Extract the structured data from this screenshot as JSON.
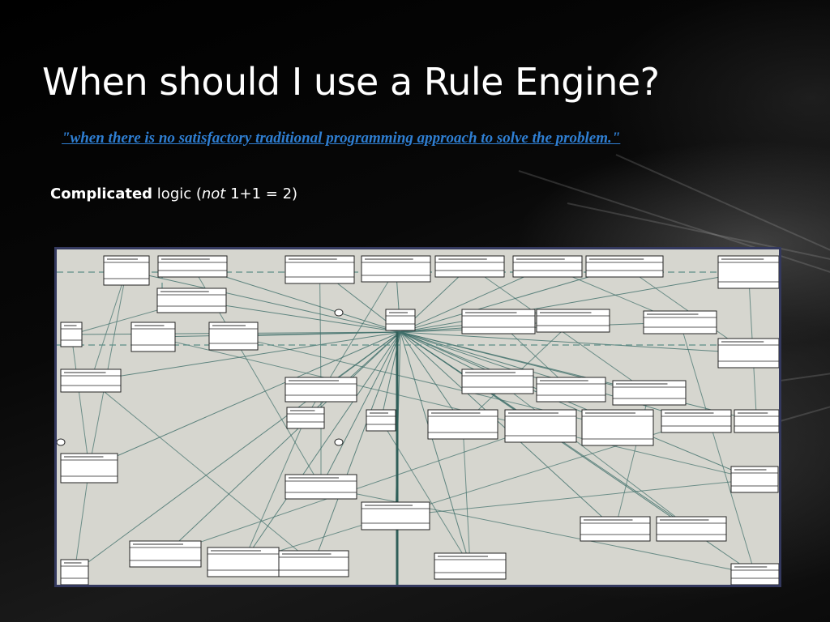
{
  "slide": {
    "title": "When should I use a Rule Engine?",
    "quote": "\"when there is no satisfactory traditional programming approach to solve the problem.\"",
    "bullet": {
      "bold_part": "Complicated",
      "text_part": " logic (",
      "italic_part": "not",
      "tail_part": " 1+1 = 2)"
    }
  },
  "colors": {
    "background": "#050505",
    "title": "#ffffff",
    "quote": "#2f7fd3",
    "diagram_bg": "#d6d6cf",
    "diagram_line": "#3f6f6a",
    "diagram_frame": "#3a3f6a"
  },
  "diagram": {
    "description_icon": "uml-class-diagram"
  }
}
